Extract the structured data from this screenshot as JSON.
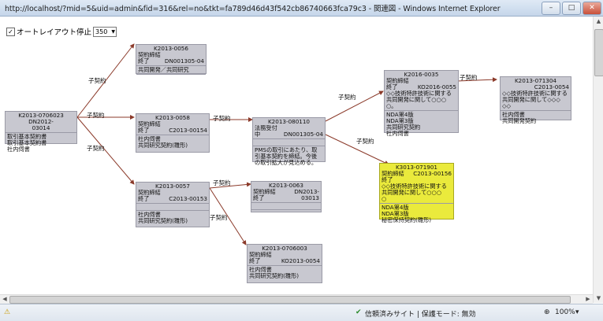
{
  "window": {
    "title": "http://localhost/?mid=5&uid=admin&fid=316&rel=no&tkt=fa789d46d43f542cb86740663fca79c3 - 関連図 - Windows Internet Explorer",
    "minimize": "–",
    "maximize": "□",
    "close": "✕"
  },
  "controls": {
    "auto_layout_label": "オートレイアウト停止",
    "zoom_value": "350",
    "check": "✓"
  },
  "nodes": {
    "root": {
      "title": "K2013-0706023",
      "l1": "DN2012-",
      "l2": "03014",
      "r1": "取引基本契約書",
      "r2": "取引基本契約書",
      "r3": "社内伺書"
    },
    "n0056": {
      "title": "K2013-0056",
      "l1": "契約締結",
      "l2": "終了",
      "code": "DN001305-04",
      "r1": "共同開発／共同研究"
    },
    "n0058": {
      "title": "K2013-0058",
      "l1": "契約締結",
      "l2": "終了",
      "code": "C2013-00154",
      "r1": "社内伺書",
      "r2": "共同研究契約(雛形)"
    },
    "n0057": {
      "title": "K2013-0057",
      "l1": "契約締結",
      "l2": "終了",
      "code": "C2013-00153",
      "r1": "社内伺書",
      "r2": "共同研究契約(雛形)"
    },
    "n0110": {
      "title": "K2013-080110",
      "l1": "法務受付",
      "l2": "中",
      "code": "DN001305-04",
      "m1": "PMSの取引にあたり、取",
      "m2": "引基本契約を締結。今後",
      "m3": "の取引拡大が見込める。"
    },
    "n0063": {
      "title": "K2013-0063",
      "l1": "契約締結",
      "l2": "終了",
      "code1": "DN2013-",
      "code2": "03013"
    },
    "n0705": {
      "title": "K2013-0706003",
      "l1": "契約締結",
      "l2": "終了",
      "code": "KO2013-0054",
      "r1": "社内伺書",
      "r2": "共同研究契約(雛形)"
    },
    "n0035": {
      "title": "K2016-0035",
      "l1": "契約締結",
      "l2": "終了",
      "code": "KO2016-0055",
      "m1": "◇◇技術特許技術に関する",
      "m2": "共同開発に関して○○○",
      "m3": "○。",
      "r1": "NDA第4版",
      "r2": "NDA第3版",
      "r3": "共同研究契約",
      "r4": "社内伺書"
    },
    "n1901": {
      "title": "K3013-071901",
      "l1": "契約締結",
      "l2": "終了",
      "code": "C2013-00156",
      "m1": "◇◇技術特許技術に関する",
      "m2": "共同開発に関して○○○",
      "m3": "○",
      "r1": "NDA第4版",
      "r2": "NDA第3版",
      "r3": "秘密保持契約(雛形)"
    },
    "n1304": {
      "title": "K2013-071304",
      "l1": "",
      "code": "C2013-0054",
      "m1": "◇◇技術特許技術に関する",
      "m2": "共同開発に関して◇◇◇",
      "m3": "◇◇",
      "r1": "社内伺書",
      "r2": "共同開発契約"
    }
  },
  "edges": {
    "child_contract": "子契約",
    "derived_contract": "子契約"
  },
  "status": {
    "trusted": "信頼済みサイト | 保護モード: 無効",
    "zoom": "100%",
    "zoom_caret": "▾"
  },
  "colors": {
    "node_bg": "#c8c8d0",
    "highlight_bg": "#eaea3c",
    "edge": "#8b3a2a"
  }
}
